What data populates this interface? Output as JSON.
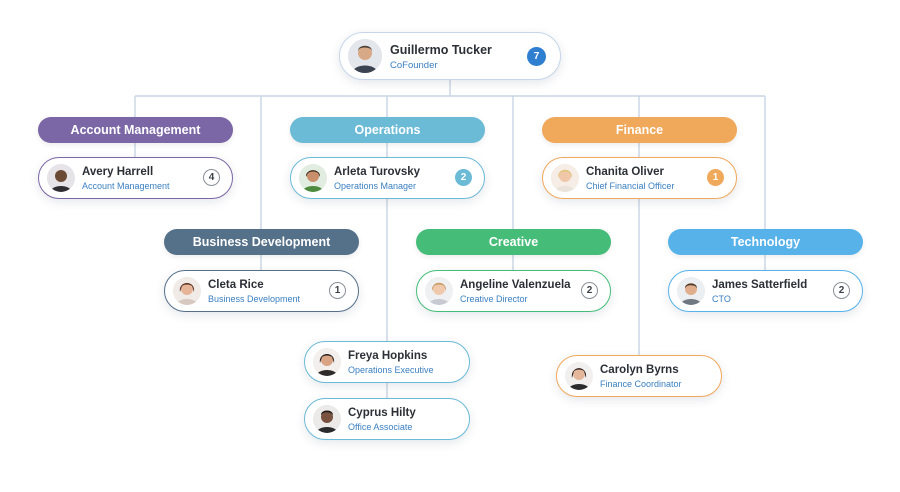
{
  "colors": {
    "account_management": "#7b67a5",
    "operations": "#6bbad6",
    "finance": "#f0a85a",
    "business_development": "#557089",
    "creative": "#45bd78",
    "technology": "#57b2ea",
    "root_badge": "#2f7fd0"
  },
  "root": {
    "name": "Guillermo Tucker",
    "role": "CoFounder",
    "count": "7",
    "avatar": "man-photo"
  },
  "departments": {
    "account_management": "Account Management",
    "operations": "Operations",
    "finance": "Finance",
    "business_development": "Business Development",
    "creative": "Creative",
    "technology": "Technology"
  },
  "people": {
    "avery": {
      "name": "Avery Harrell",
      "role": "Account Management",
      "count": "4",
      "avatar": "man-photo"
    },
    "arleta": {
      "name": "Arleta Turovsky",
      "role": "Operations Manager",
      "count": "2",
      "avatar": "woman-photo"
    },
    "chanita": {
      "name": "Chanita Oliver",
      "role": "Chief Financial Officer",
      "count": "1",
      "avatar": "woman-photo"
    },
    "cleta": {
      "name": "Cleta Rice",
      "role": "Business Development",
      "count": "1",
      "avatar": "woman-photo"
    },
    "angeline": {
      "name": "Angeline Valenzuela",
      "role": "Creative Director",
      "count": "2",
      "avatar": "woman-photo"
    },
    "james": {
      "name": "James Satterfield",
      "role": "CTO",
      "count": "2",
      "avatar": "man-photo"
    },
    "freya": {
      "name": "Freya Hopkins",
      "role": "Operations Executive",
      "avatar": "woman-photo"
    },
    "cyprus": {
      "name": "Cyprus Hilty",
      "role": "Office Associate",
      "avatar": "man-photo"
    },
    "carolyn": {
      "name": "Carolyn Byrns",
      "role": "Finance Coordinator",
      "avatar": "woman-photo"
    }
  }
}
